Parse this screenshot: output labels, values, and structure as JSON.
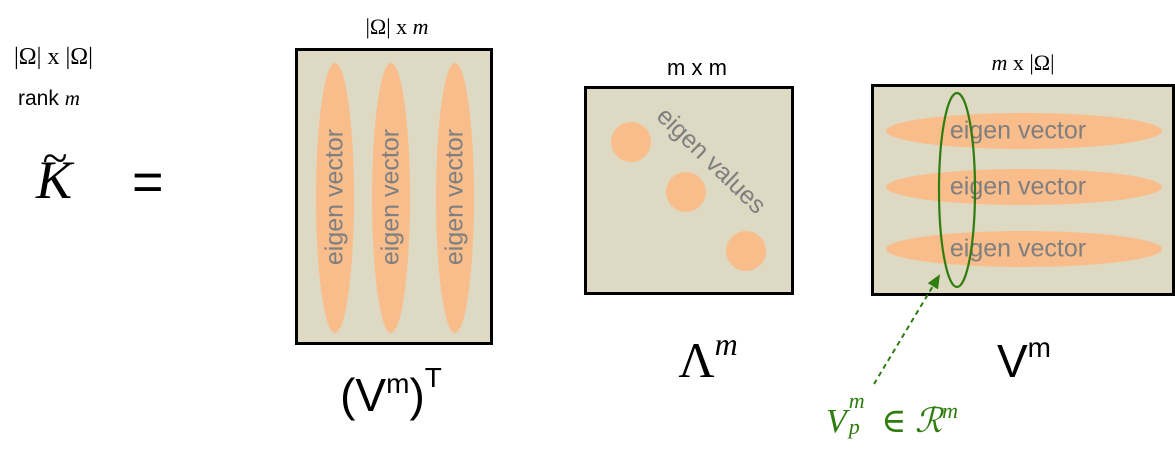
{
  "k_tilde": {
    "dim_label": "|Ω| x |Ω|",
    "rank_prefix": "rank ",
    "rank_var": "m",
    "symbol": "K",
    "tilde": "~",
    "equals": "="
  },
  "vm_transpose": {
    "dim_prefix": "|Ω| x ",
    "dim_var": "m",
    "columns": [
      "eigen vector",
      "eigen vector",
      "eigen vector"
    ],
    "label_base": "(V",
    "label_sup": "m",
    "label_close": ")",
    "label_sup2": "T"
  },
  "lambda_m": {
    "dim_label": "m x m",
    "diagonal_text": "eigen values",
    "label_base": "Λ",
    "label_sup": "m"
  },
  "vm": {
    "dim_var": "m",
    "dim_suffix": " x |Ω|",
    "rows": [
      "eigen vector",
      "eigen vector",
      "eigen vector"
    ],
    "label_base": "V",
    "label_sup": "m"
  },
  "annotation": {
    "base": "V",
    "sub": "p",
    "sup": "m",
    "relation": " ∈ ",
    "space": "ℛ",
    "space_sup": "m",
    "color": "#2e7d0e"
  },
  "colors": {
    "matrix_fill": "#ddd9c3",
    "blob_fill": "#f9bd8c",
    "text_gray": "#7f7f7f",
    "accent_green": "#2e7d0e"
  }
}
